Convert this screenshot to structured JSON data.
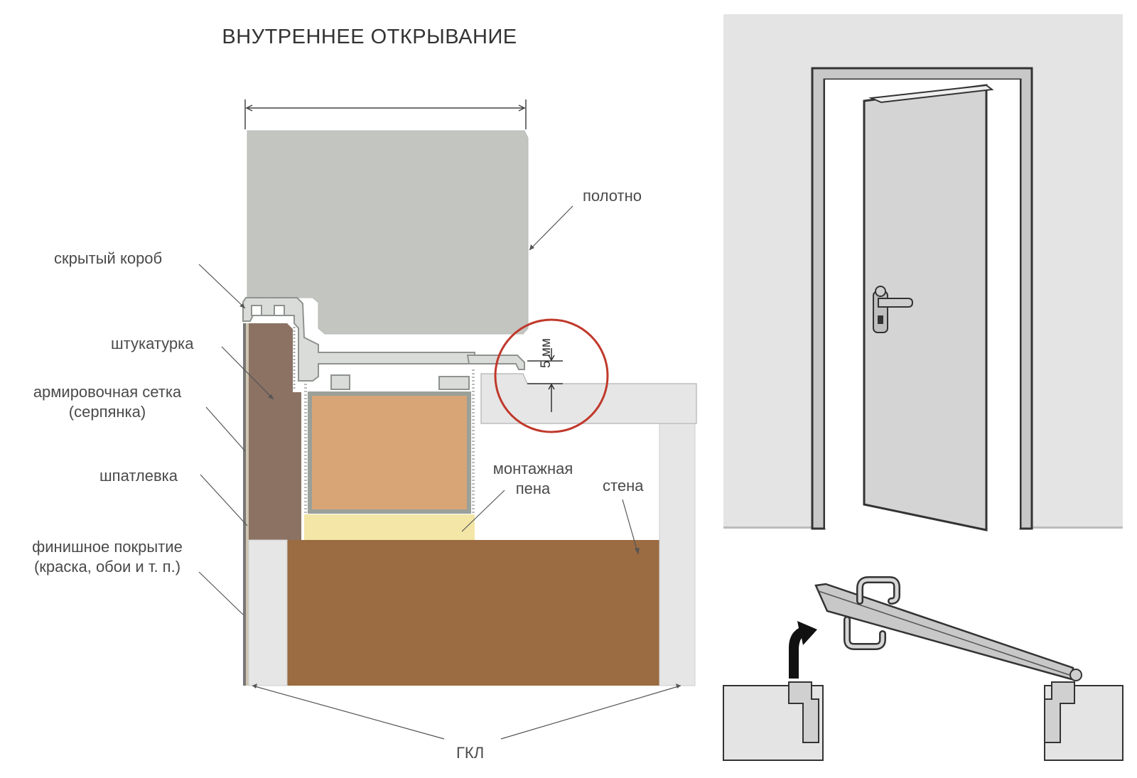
{
  "title": "ВНУТРЕННЕЕ ОТКРЫВАНИЕ",
  "labels": {
    "polotno": "полотно",
    "skrytyi_korob": "скрытый короб",
    "shtukaturka": "штукатурка",
    "setka_line1": "армировочная сетка",
    "setka_line2": "(серпянка)",
    "shpatlevka": "шпатлевка",
    "finish_line1": "финишное покрытие",
    "finish_line2": "(краска, обои и т. п.)",
    "pena_line1": "монтажная",
    "pena_line2": "пена",
    "stena": "стена",
    "gkl": "ГКЛ",
    "gap": "5 мм"
  },
  "colors": {
    "door_leaf": "#c3c5c1",
    "plaster": "#8b7263",
    "timber": "#d8a577",
    "foam": "#f3e6a6",
    "wall": "#9b6b42",
    "gkl": "#e6e6e6",
    "highlight_circle": "#c0392b",
    "room_wall": "#e4e4e4"
  },
  "icons": {
    "door_view": "door-open-inward-icon",
    "swing": "door-swing-arrow-icon"
  }
}
